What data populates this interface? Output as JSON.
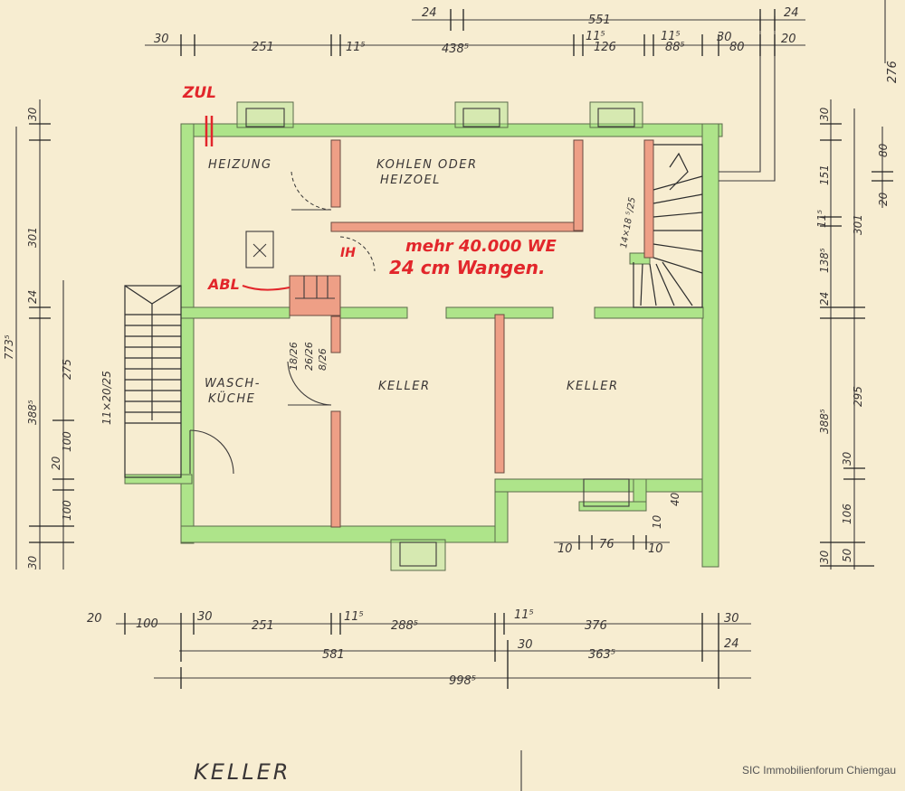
{
  "plan": {
    "title": "KELLER",
    "watermark": "SIC Immobilienforum Chiemgau",
    "rooms": {
      "heizung": "HEIZUNG",
      "kohlen1": "KOHLEN  ODER",
      "kohlen2": "HEIZOEL",
      "wasch1": "WASCH-",
      "wasch2": "KÜCHE",
      "keller1": "KELLER",
      "keller2": "KELLER"
    },
    "annotations": {
      "zul": "ZUL",
      "abl": "ABL",
      "note1": "mehr 40.000 WE",
      "note2": "24 cm Wangen.",
      "ih": "IH",
      "stair_left": "11×20/25",
      "stair_right": "14×18 ⁵/25",
      "door_dims": [
        "18/26",
        "26/26",
        "8/26"
      ]
    },
    "dims": {
      "top1": [
        "30",
        "251",
        "11⁵",
        "438⁵",
        "11⁵",
        "126",
        "11⁵",
        "88⁵",
        "30",
        "80",
        "20"
      ],
      "top2": [
        "24",
        "551",
        "24"
      ],
      "top_right_vert": "276",
      "bottom1": [
        "20",
        "100",
        "30",
        "251",
        "11⁵",
        "288⁵",
        "11⁵",
        "376",
        "30"
      ],
      "bottom2": [
        "581",
        "30",
        "363⁵",
        "24"
      ],
      "bottom3": "998⁵",
      "bottom_small": [
        "10",
        "76",
        "10",
        "40",
        "10"
      ],
      "left1": [
        "30",
        "301",
        "24",
        "275",
        "100",
        "20",
        "100",
        "30"
      ],
      "left2": [
        "773⁵",
        "388⁵"
      ],
      "right1": [
        "30",
        "151",
        "11⁵",
        "138⁵",
        "24",
        "295",
        "30",
        "106",
        "50",
        "30"
      ],
      "right2": [
        "301",
        "388⁵"
      ],
      "right_small": [
        "80",
        "20"
      ]
    }
  }
}
